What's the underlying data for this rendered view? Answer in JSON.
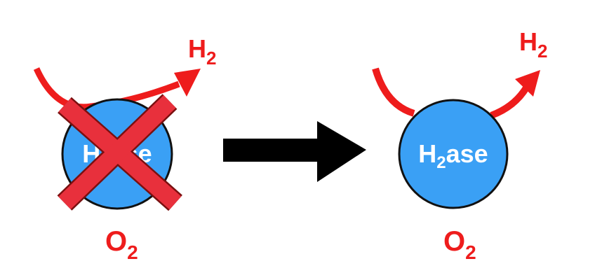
{
  "left_panel": {
    "enzyme_label_main": "H",
    "enzyme_label_sub": "2",
    "enzyme_label_rest": "ase",
    "product_main": "H",
    "product_sub": "2",
    "inhibitor_main": "O",
    "inhibitor_sub": "2",
    "inhibited": true
  },
  "right_panel": {
    "enzyme_label_main": "H",
    "enzyme_label_sub": "2",
    "enzyme_label_rest": "ase",
    "product_main": "H",
    "product_sub": "2",
    "inhibitor_main": "O",
    "inhibitor_sub": "2",
    "inhibited": false
  },
  "colors": {
    "enzyme_fill": "#3aa0f5",
    "enzyme_stroke": "#111111",
    "flow_arrow": "#ee1c1c",
    "cross_fill": "#e8303c",
    "cross_stroke": "#7a1010",
    "main_arrow": "#000000",
    "label_red": "#ee1c1c",
    "enzyme_text": "#ffffff"
  }
}
